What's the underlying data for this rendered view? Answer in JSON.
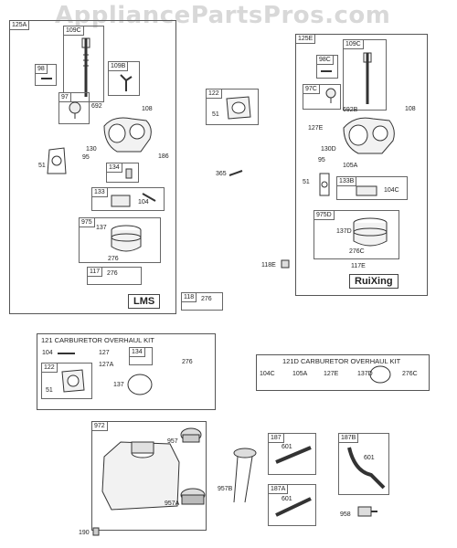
{
  "watermark": "AppliancePartsPros.com",
  "groups": {
    "g125A": {
      "tag": "125A",
      "badge": "LMS",
      "parts": {
        "p109C": "109C",
        "p98": "98",
        "p109B": "109B",
        "p97": "97",
        "p692": "692",
        "p108": "108",
        "p130": "130",
        "p95": "95",
        "p51": "51",
        "p186": "186",
        "p134": "134",
        "p133": "133",
        "p104": "104",
        "p975": "975",
        "p137": "137",
        "p276": "276",
        "p117": "117",
        "p276b": "276"
      }
    },
    "g125E": {
      "tag": "125E",
      "badge": "RuiXing",
      "parts": {
        "p109C": "109C",
        "p98C": "98C",
        "p97C": "97C",
        "p692B": "692B",
        "p108": "108",
        "p127E": "127E",
        "p130D": "130D",
        "p95": "95",
        "p105A": "105A",
        "p51": "51",
        "p133B": "133B",
        "p104C": "104C",
        "p975D": "975D",
        "p137D": "137D",
        "p276C": "276C",
        "p117E": "117E"
      }
    },
    "g122": {
      "tag": "122",
      "p51": "51"
    },
    "g118": {
      "tag": "118",
      "p276": "276"
    },
    "loose": {
      "p365": "365",
      "p118E": "118E",
      "p190": "190",
      "p958": "958"
    },
    "kit121": {
      "title": "121 CARBURETOR OVERHAUL KIT",
      "parts": {
        "p104": "104",
        "p127": "127",
        "p127A": "127A",
        "p134": "134",
        "p276": "276",
        "p122": "122",
        "p51": "51",
        "p137": "137"
      }
    },
    "kit121D": {
      "title": "121D CARBURETOR OVERHAUL KIT",
      "parts": [
        "104C",
        "105A",
        "127E",
        "137D",
        "276C"
      ]
    },
    "tank": {
      "tag": "972",
      "p957": "957",
      "p957A": "957A",
      "p957B": "957B"
    },
    "g187": {
      "tag": "187",
      "p601": "601"
    },
    "g187A": {
      "tag": "187A",
      "p601": "601"
    },
    "g187B": {
      "tag": "187B",
      "p601": "601"
    }
  }
}
